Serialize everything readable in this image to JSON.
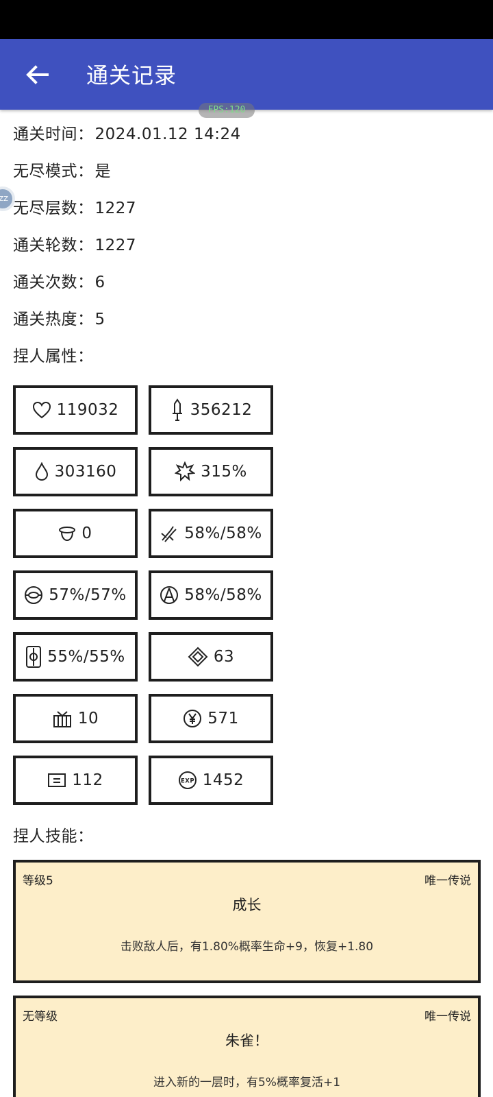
{
  "header": {
    "title": "通关记录"
  },
  "overlay": {
    "fps_label": "FPS:120",
    "bubble_label": "ZZ"
  },
  "record": {
    "time_label": "通关时间：",
    "time_value": "2024.01.12 14:24",
    "endless_label": "无尽模式：",
    "endless_value": "是",
    "endless_floors_label": "无尽层数：",
    "endless_floors_value": "1227",
    "rounds_label": "通关轮数：",
    "rounds_value": "1227",
    "clears_label": "通关次数：",
    "clears_value": "6",
    "heat_label": "通关热度：",
    "heat_value": "5",
    "attributes_heading": "捏人属性：",
    "skills_heading": "捏人技能："
  },
  "attributes": [
    {
      "icon": "heart-icon",
      "value": "119032",
      "color": "#b3dcef"
    },
    {
      "icon": "sword-icon",
      "value": "356212",
      "color": "#f8d6d4"
    },
    {
      "icon": "water-drop-icon",
      "value": "303160",
      "color": "#b3dcef"
    },
    {
      "icon": "burst-icon",
      "value": "315%",
      "color": "#f8d6d4"
    },
    {
      "icon": "helmet-icon",
      "value": "0",
      "color": "#b3dcef"
    },
    {
      "icon": "blades-icon",
      "value": "58%/58%",
      "color": "#f8d6d4"
    },
    {
      "icon": "shield-ring-icon",
      "value": "57%/57%",
      "color": "#b3dcef"
    },
    {
      "icon": "compass-icon",
      "value": "58%/58%",
      "color": "#f8d6d4"
    },
    {
      "icon": "armor-plate-icon",
      "value": "55%/55%",
      "color": "#b3dcef"
    },
    {
      "icon": "diamond-icon",
      "value": "63",
      "color": "#fdeec9"
    },
    {
      "icon": "gift-box-icon",
      "value": "10",
      "color": "#fdeec9"
    },
    {
      "icon": "yen-coin-icon",
      "value": "571",
      "color": "#fdeec9"
    },
    {
      "icon": "card-icon",
      "value": "112",
      "color": "#fdeec9"
    },
    {
      "icon": "exp-badge-icon",
      "value": "1452",
      "color": "#fdeec9"
    }
  ],
  "skills": [
    {
      "level": "等级5",
      "rarity": "唯一传说",
      "name": "成长",
      "description": "击败敌人后，有1.80%概率生命+9，恢复+1.80"
    },
    {
      "level": "无等级",
      "rarity": "唯一传说",
      "name": "朱雀！",
      "description": "进入新的一层时，有5%概率复活+1"
    }
  ]
}
